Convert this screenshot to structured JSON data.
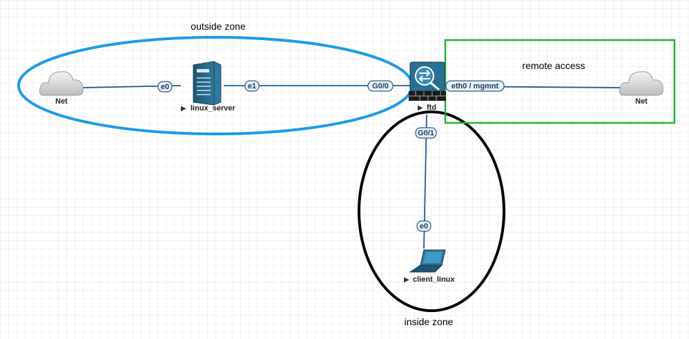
{
  "zones": {
    "outside": {
      "label": "outside zone",
      "color": "#1e9be8"
    },
    "inside": {
      "label": "inside zone",
      "color": "#000000"
    },
    "remote": {
      "label": "remote access",
      "color": "#22b33a"
    }
  },
  "nodes": {
    "net_left": {
      "label": "Net",
      "icon": "cloud-icon"
    },
    "linux_server": {
      "label": "linux_server",
      "icon": "server-icon"
    },
    "ftd": {
      "label": "ftd",
      "icon": "firewall-icon"
    },
    "net_right": {
      "label": "Net",
      "icon": "cloud-icon"
    },
    "client_linux": {
      "label": "client_linux",
      "icon": "laptop-icon"
    }
  },
  "ports": {
    "linux_server_e0": "e0",
    "linux_server_e1": "e1",
    "ftd_g00": "G0/0",
    "ftd_eth0": "eth0 / mgmnt",
    "ftd_g01": "G0/1",
    "client_e0": "e0"
  },
  "colors": {
    "link": "#1a5a9a",
    "grid": "#e6e6e6"
  }
}
